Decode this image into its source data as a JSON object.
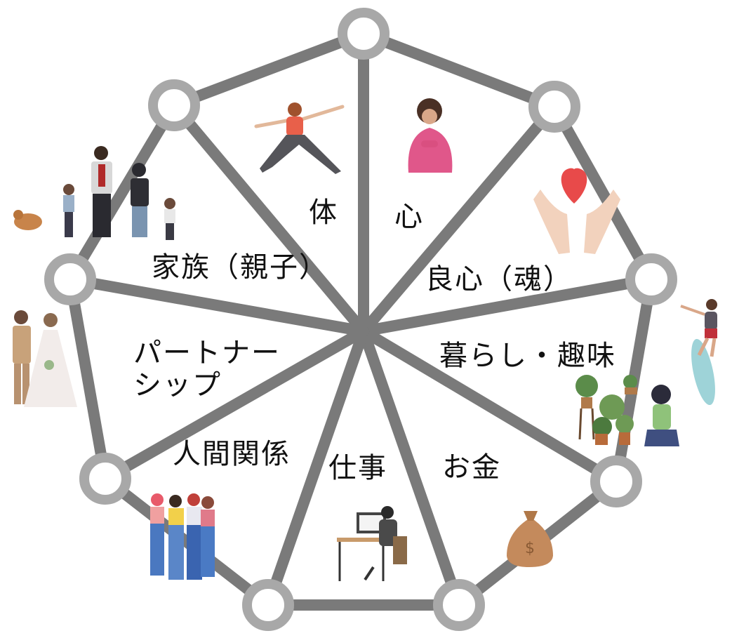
{
  "colors": {
    "frame": "#7a7a7a",
    "node_ring": "#a8a8a8",
    "node_fill": "#ffffff"
  },
  "labels": {
    "body": "体",
    "mind": "心",
    "conscience": "良心（魂）",
    "living": "暮らし・趣味",
    "money": "お金",
    "work": "仕事",
    "relations": "人間関係",
    "partnership": "パートナー\nシップ",
    "family": "家族（親子）"
  },
  "illustrations": [
    "yoga-woman-icon",
    "pink-sweater-woman-icon",
    "heart-hands-icon",
    "surfer-icon",
    "plants-woman-icon",
    "money-bag-icon",
    "desk-worker-icon",
    "friends-group-icon",
    "wedding-couple-icon",
    "family-walking-icon"
  ]
}
